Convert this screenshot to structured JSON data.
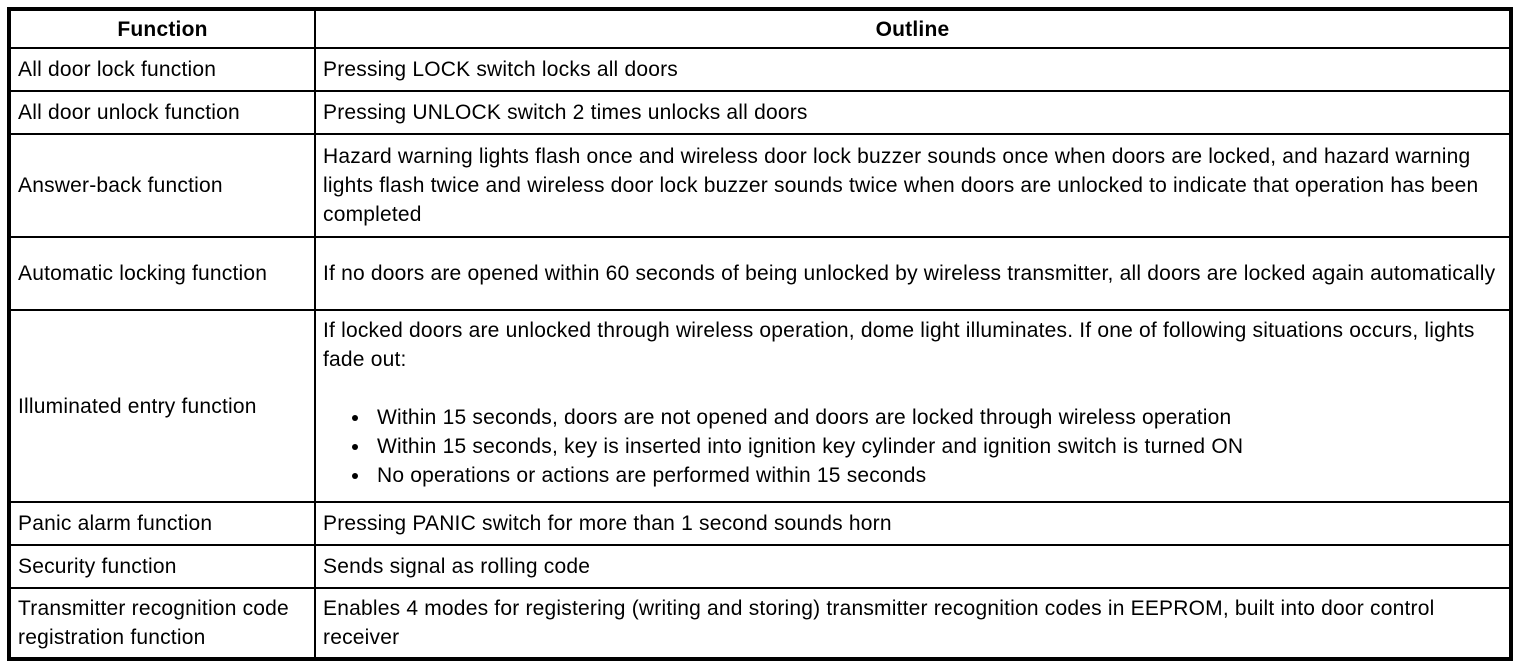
{
  "document": {
    "type": "function-outline-table",
    "colors": {
      "background": "#ffffff",
      "border": "#000000",
      "text": "#000000"
    }
  },
  "table": {
    "headers": [
      {
        "label": "Function"
      },
      {
        "label": "Outline"
      }
    ],
    "rows": [
      {
        "function": "All door lock function",
        "outline": "Pressing LOCK switch locks all doors"
      },
      {
        "function": "All door unlock function",
        "outline": "Pressing UNLOCK switch 2 times unlocks all doors"
      },
      {
        "function": "Answer-back function",
        "outline": "Hazard warning lights flash once and wireless door lock buzzer sounds once when doors are locked, and hazard warning lights flash twice and wireless door lock buzzer sounds twice when doors are unlocked to indicate that operation has been completed"
      },
      {
        "function": "Automatic locking function",
        "outline": "If no doors are opened within 60 seconds of being unlocked by wireless transmitter, all doors are locked again automatically"
      },
      {
        "function": "Illuminated entry function",
        "outline": "If locked doors are unlocked through wireless operation, dome light illuminates. If one of following situations occurs, lights fade out:",
        "bullets": [
          "Within 15 seconds, doors are not opened and doors are locked through wireless operation",
          "Within 15 seconds, key is inserted into ignition key cylinder and ignition switch is turned ON",
          "No operations or actions are performed within 15 seconds"
        ]
      },
      {
        "function": "Panic alarm function",
        "outline": "Pressing PANIC switch for more than 1 second sounds horn"
      },
      {
        "function": "Security function",
        "outline": "Sends signal as rolling code"
      },
      {
        "function": "Transmitter recognition code registration function",
        "outline": "Enables 4 modes for registering (writing and storing) transmitter recognition codes in EEPROM, built into door control receiver"
      }
    ]
  }
}
